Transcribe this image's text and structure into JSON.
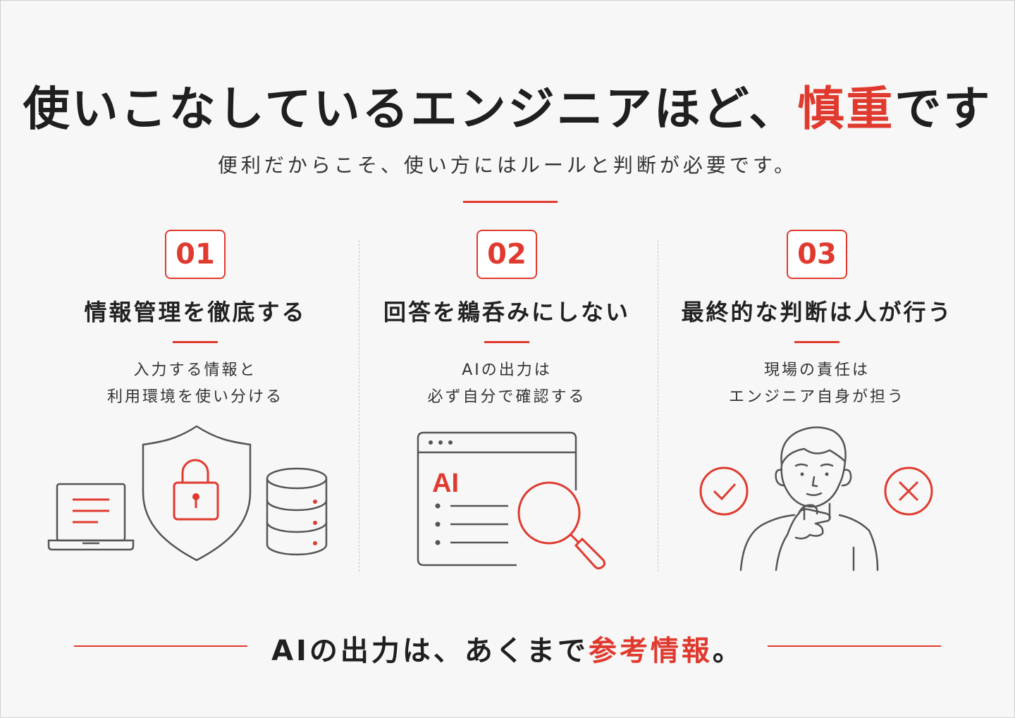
{
  "header": {
    "title_main": "使いこなしているエンジニアほど、",
    "title_highlight": "慎重",
    "title_tail": "です",
    "subtitle": "便利だからこそ、使い方にはルールと判断が必要です。"
  },
  "colors": {
    "accent": "#e03a2f",
    "text": "#1f1f1f",
    "line_art": "#555555"
  },
  "points": [
    {
      "number": "01",
      "title": "情報管理を徹底する",
      "desc_line1": "入力する情報と",
      "desc_line2": "利用環境を使い分ける",
      "icons": [
        "laptop-icon",
        "shield-lock-icon",
        "database-icon"
      ]
    },
    {
      "number": "02",
      "title": "回答を鵜呑みにしない",
      "desc_line1": "AIの出力は",
      "desc_line2": "必ず自分で確認する",
      "icons": [
        "browser-window-icon",
        "magnifier-icon"
      ],
      "illustration_label": "AI"
    },
    {
      "number": "03",
      "title": "最終的な判断は人が行う",
      "desc_line1": "現場の責任は",
      "desc_line2": "エンジニア自身が担う",
      "icons": [
        "check-circle-icon",
        "thinking-person-icon",
        "cross-circle-icon"
      ]
    }
  ],
  "footer": {
    "text_main": "AIの出力は、あくまで",
    "text_highlight": "参考情報",
    "text_tail": "。"
  }
}
